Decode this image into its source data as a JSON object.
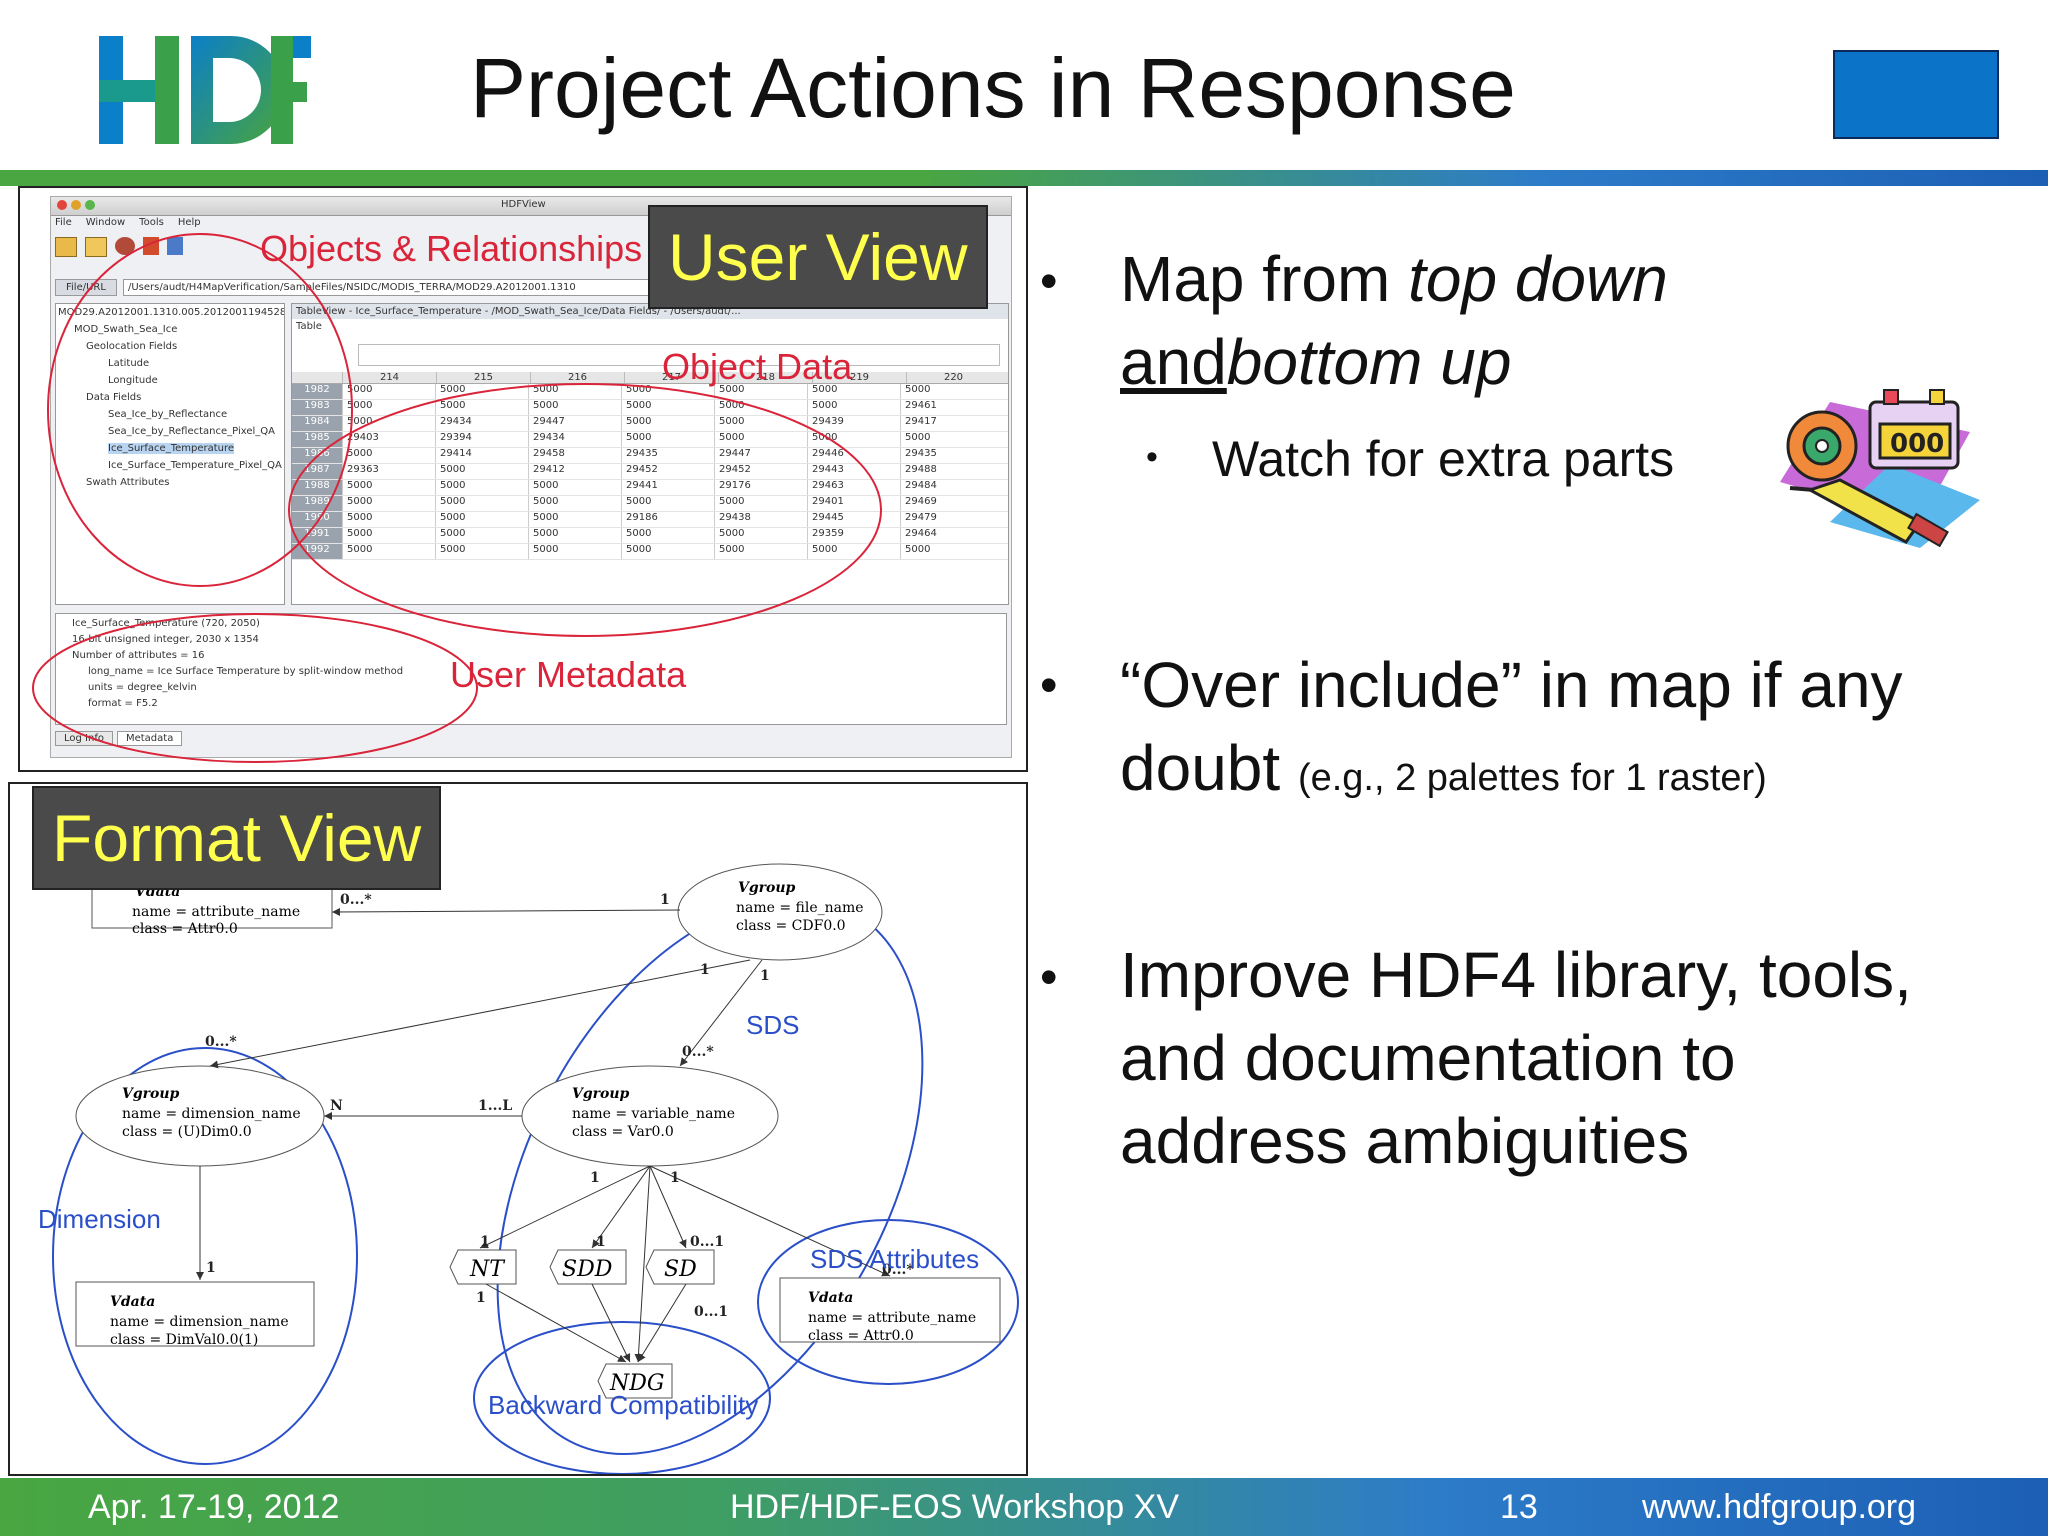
{
  "slide": {
    "title": "Project Actions in Response",
    "logo_text": "HDF",
    "colors": {
      "accent_blue": "#0b74c8",
      "accent_green": "#49a641",
      "label_bg": "#4a4a4a",
      "label_fg": "#ffff4d",
      "annotation_red": "#d9243a",
      "annotation_blue": "#2a4fc8"
    }
  },
  "user_view": {
    "label": "User View",
    "window_title": "HDFView",
    "menu": [
      "File",
      "Window",
      "Tools",
      "Help"
    ],
    "url_label": "File/URL",
    "url_value": "/Users/audt/H4MapVerification/SampleFiles/NSIDC/MODIS_TERRA/MOD29.A2012001.1310",
    "tree": [
      "MOD29.A2012001.1310.005.2012001194528",
      "MOD_Swath_Sea_Ice",
      "Geolocation Fields",
      "Latitude",
      "Longitude",
      "Data Fields",
      "Sea_Ice_by_Reflectance",
      "Sea_Ice_by_Reflectance_Pixel_QA",
      "Ice_Surface_Temperature",
      "Ice_Surface_Temperature_Pixel_QA",
      "Swath Attributes"
    ],
    "table_title": "TableView - Ice_Surface_Temperature - /MOD_Swath_Sea_Ice/Data Fields/ - /Users/audt/...",
    "table_menu": "Table",
    "table_columns": [
      "214",
      "215",
      "216",
      "217",
      "218",
      "219",
      "220"
    ],
    "table_rows": [
      {
        "row": "1982",
        "cells": [
          "5000",
          "5000",
          "5000",
          "5000",
          "5000",
          "5000",
          "5000"
        ]
      },
      {
        "row": "1983",
        "cells": [
          "5000",
          "5000",
          "5000",
          "5000",
          "5000",
          "5000",
          "29461"
        ]
      },
      {
        "row": "1984",
        "cells": [
          "5000",
          "29434",
          "29447",
          "5000",
          "5000",
          "29439",
          "29417"
        ]
      },
      {
        "row": "1985",
        "cells": [
          "29403",
          "29394",
          "29434",
          "5000",
          "5000",
          "5000",
          "5000"
        ]
      },
      {
        "row": "1986",
        "cells": [
          "5000",
          "29414",
          "29458",
          "29435",
          "29447",
          "29446",
          "29435"
        ]
      },
      {
        "row": "1987",
        "cells": [
          "29363",
          "5000",
          "29412",
          "29452",
          "29452",
          "29443",
          "29488"
        ]
      },
      {
        "row": "1988",
        "cells": [
          "5000",
          "5000",
          "5000",
          "29441",
          "29176",
          "29463",
          "29484"
        ]
      },
      {
        "row": "1989",
        "cells": [
          "5000",
          "5000",
          "5000",
          "5000",
          "5000",
          "29401",
          "29469"
        ]
      },
      {
        "row": "1990",
        "cells": [
          "5000",
          "5000",
          "5000",
          "29186",
          "29438",
          "29445",
          "29479"
        ]
      },
      {
        "row": "1991",
        "cells": [
          "5000",
          "5000",
          "5000",
          "5000",
          "5000",
          "29359",
          "29464"
        ]
      },
      {
        "row": "1992",
        "cells": [
          "5000",
          "5000",
          "5000",
          "5000",
          "5000",
          "5000",
          "5000"
        ]
      }
    ],
    "metadata_lines": [
      "Ice_Surface_Temperature (720, 2050)",
      "16-bit unsigned integer,   2030 x 1354",
      "Number of attributes = 16",
      "long_name = Ice Surface Temperature by split-window method",
      "units = degree_kelvin",
      "format = F5.2"
    ],
    "bottom_tabs": [
      "Log Info",
      "Metadata"
    ],
    "annotations": {
      "objects": "Objects & Relationships",
      "object_data": "Object Data",
      "user_metadata": "User Metadata"
    }
  },
  "format_view": {
    "label": "Format View",
    "nodes": {
      "vdata_top": {
        "type": "Vdata",
        "line1": "name = attribute_name",
        "line2": "class = Attr0.0"
      },
      "vgroup_file": {
        "type": "Vgroup",
        "line1": "name = file_name",
        "line2": "class = CDF0.0"
      },
      "vgroup_dim": {
        "type": "Vgroup",
        "line1": "name = dimension_name",
        "line2": "class = (U)Dim0.0"
      },
      "vgroup_var": {
        "type": "Vgroup",
        "line1": "name = variable_name",
        "line2": "class = Var0.0"
      },
      "vdata_dim": {
        "type": "Vdata",
        "line1": "name = dimension_name",
        "line2": "class = DimVal0.0(1)"
      },
      "vdata_attr": {
        "type": "Vdata",
        "line1": "name = attribute_name",
        "line2": "class = Attr0.0"
      },
      "nt": "NT",
      "sdd": "SDD",
      "sd": "SD",
      "ndg": "NDG"
    },
    "multiplicities": {
      "m0n_top": "0...*",
      "one_top": "1",
      "one_a": "1",
      "one_b": "1",
      "m0n_mid": "0...*",
      "m0n_left": "0...*",
      "n_label": "N",
      "one_to_l": "1...L",
      "one_dim": "1",
      "one_nt": "1",
      "one_sdd": "1",
      "m01_sd": "0...1",
      "m0n_attr": "0...*",
      "one_c": "1",
      "one_d": "1",
      "one_e": "1",
      "m01_low": "0...1"
    },
    "group_labels": {
      "sds": "SDS",
      "dimension": "Dimension",
      "sds_attributes": "SDS Attributes",
      "backward": "Backward Compatibility"
    }
  },
  "bullets": {
    "b1_pre": "Map from ",
    "b1_em1": "top down",
    "b1_and": "and",
    "b1_em2": "bottom up",
    "b1_sub": "Watch for extra parts",
    "b2_main": "“Over include” in map if any",
    "b2_doubt": "doubt",
    "b2_small": "(e.g., 2 palettes for 1 raster)",
    "b3_line1": "Improve HDF4 library, tools,",
    "b3_line2": "and documentation to",
    "b3_line3": "address ambiguities"
  },
  "footer": {
    "date": "Apr. 17-19, 2012",
    "event": "HDF/HDF-EOS Workshop XV",
    "page": "13",
    "url": "www.hdfgroup.org"
  }
}
